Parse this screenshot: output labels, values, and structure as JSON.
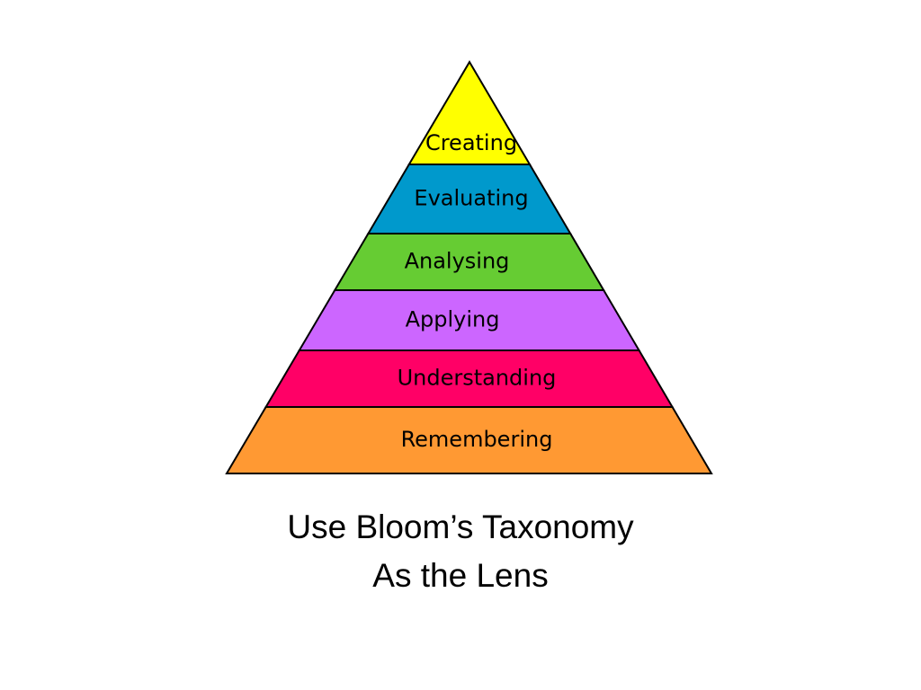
{
  "diagram": {
    "type": "pyramid",
    "levels": [
      {
        "label": "Creating",
        "color": "#ffff00"
      },
      {
        "label": "Evaluating",
        "color": "#0099cc"
      },
      {
        "label": "Analysing",
        "color": "#66cc33"
      },
      {
        "label": "Applying",
        "color": "#cc66ff"
      },
      {
        "label": "Understanding",
        "color": "#ff0066"
      },
      {
        "label": "Remembering",
        "color": "#ff9933"
      }
    ],
    "outline_color": "#000000"
  },
  "caption": {
    "line1": "Use Bloom’s Taxonomy",
    "line2": "As the Lens"
  }
}
